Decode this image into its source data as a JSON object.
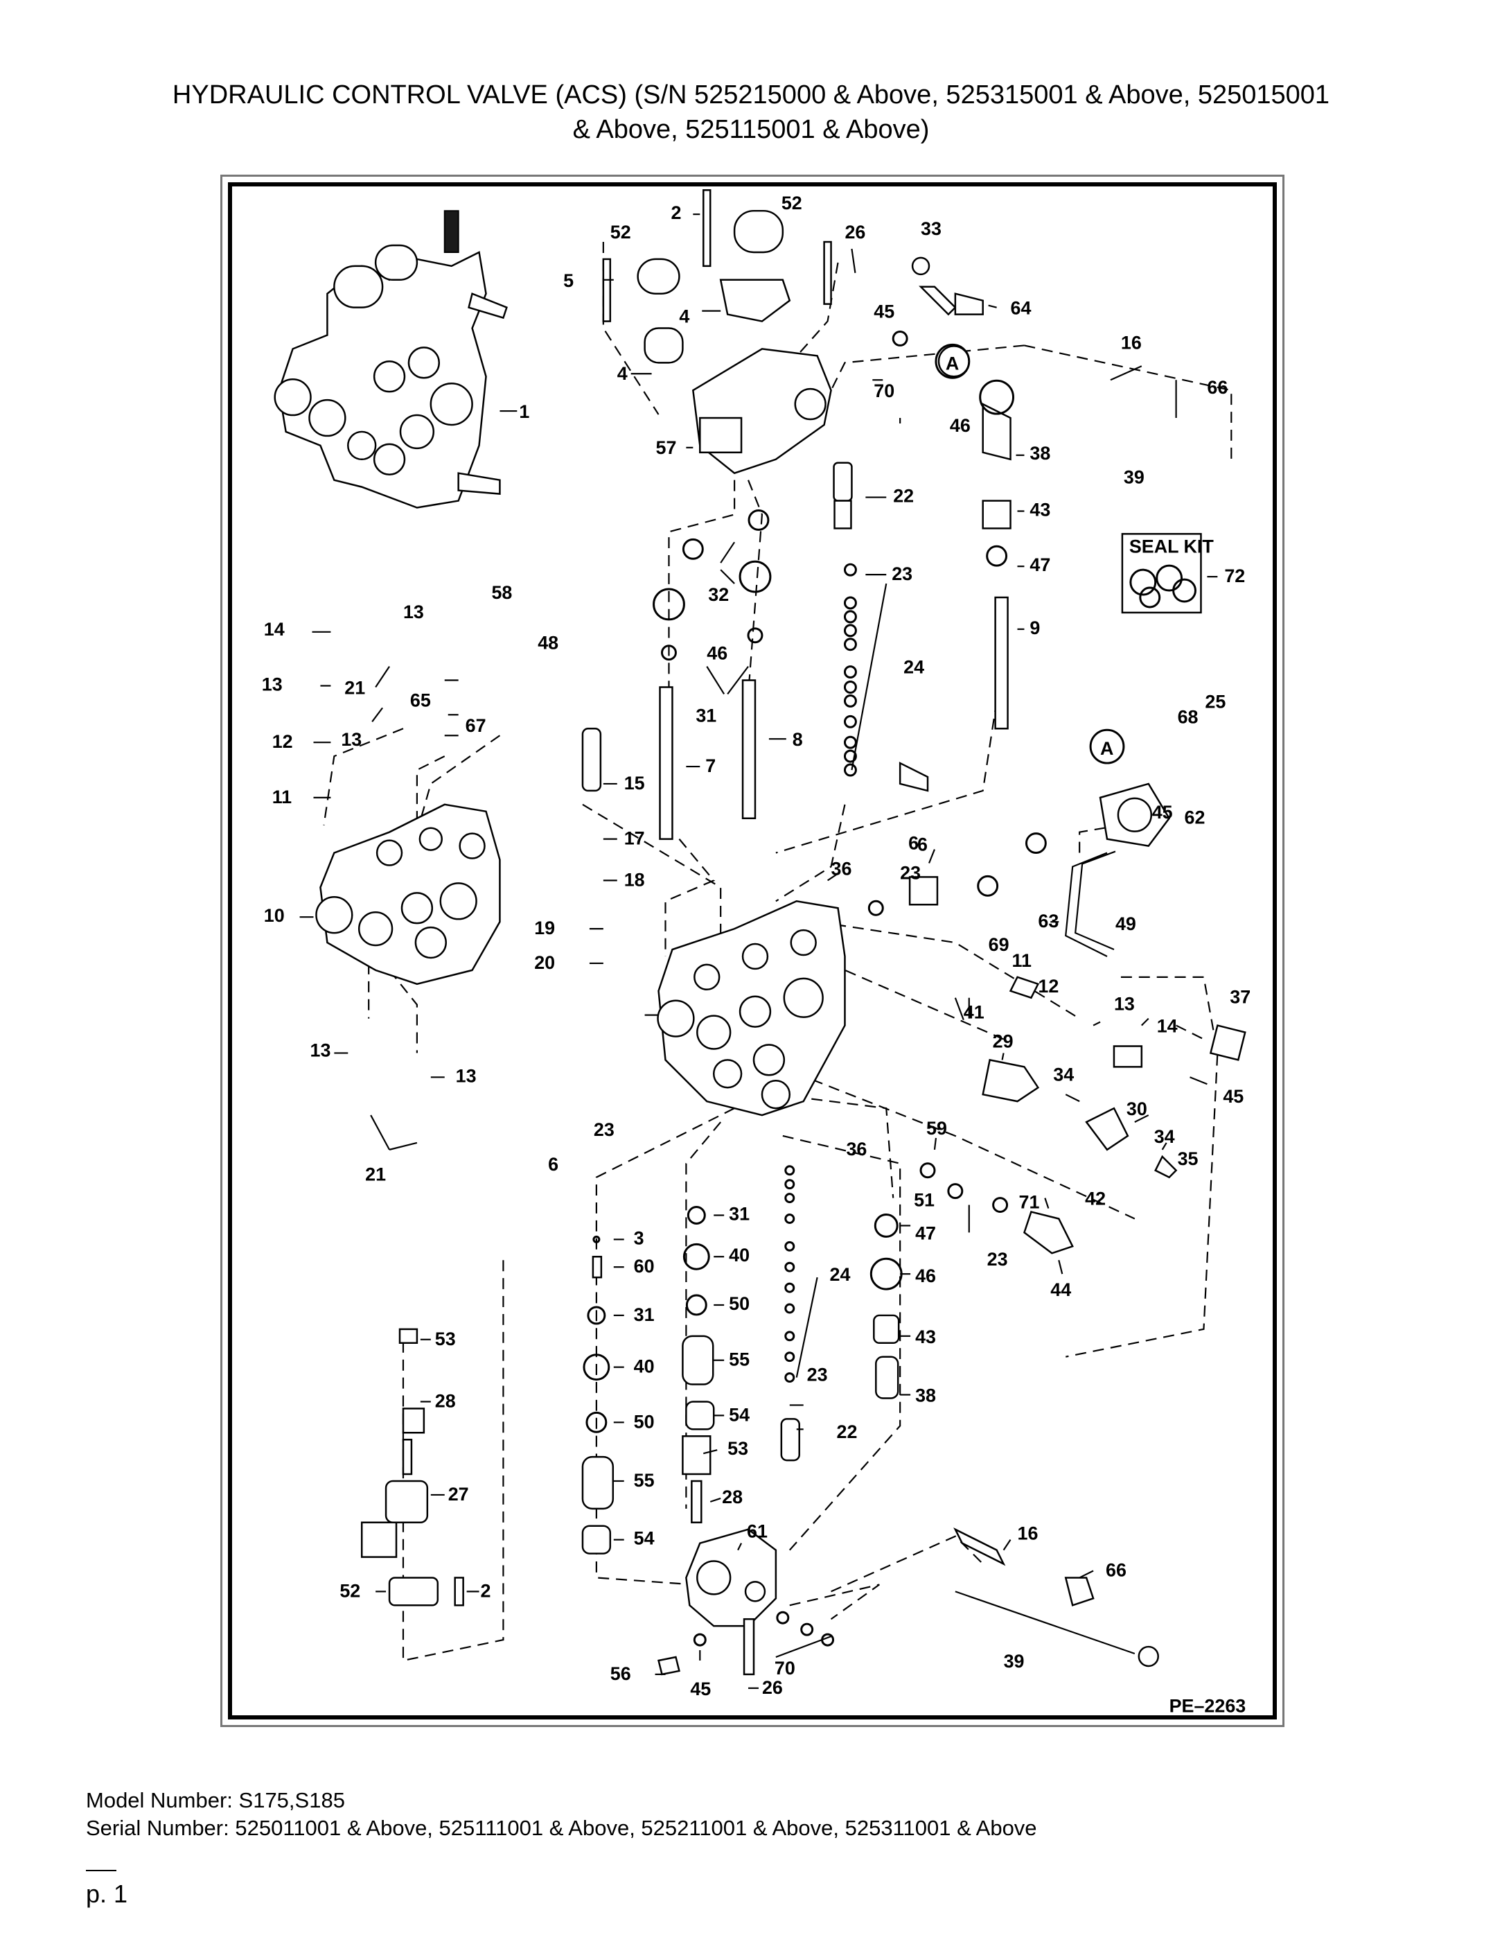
{
  "title": {
    "line1": "HYDRAULIC CONTROL VALVE (ACS) (S/N 525215000 & Above, 525315001 & Above, 525015001",
    "line2": "& Above, 525115001 & Above)"
  },
  "diagram": {
    "code": "PE–2263",
    "seal_kit": "SEAL KIT",
    "labels": [
      "1",
      "2",
      "26",
      "33",
      "52",
      "5",
      "4",
      "45",
      "64",
      "16",
      "66",
      "70",
      "57",
      "46",
      "38",
      "39",
      "22",
      "43",
      "47",
      "72",
      "23",
      "9",
      "32",
      "24",
      "58",
      "14",
      "13",
      "21",
      "48",
      "65",
      "67",
      "12",
      "11",
      "15",
      "7",
      "8",
      "17",
      "18",
      "10",
      "19",
      "20",
      "6",
      "36",
      "63",
      "49",
      "69",
      "37",
      "41",
      "29",
      "34",
      "30",
      "35",
      "42",
      "59",
      "51",
      "71",
      "44",
      "3",
      "60",
      "31",
      "40",
      "50",
      "55",
      "54",
      "53",
      "28",
      "27",
      "61",
      "56"
    ]
  },
  "footer": {
    "model": "Model Number: S175,S185",
    "serial": "Serial Number: 525011001 & Above, 525111001 & Above, 525211001 & Above, 525311001 & Above"
  },
  "page_number": "p. 1"
}
